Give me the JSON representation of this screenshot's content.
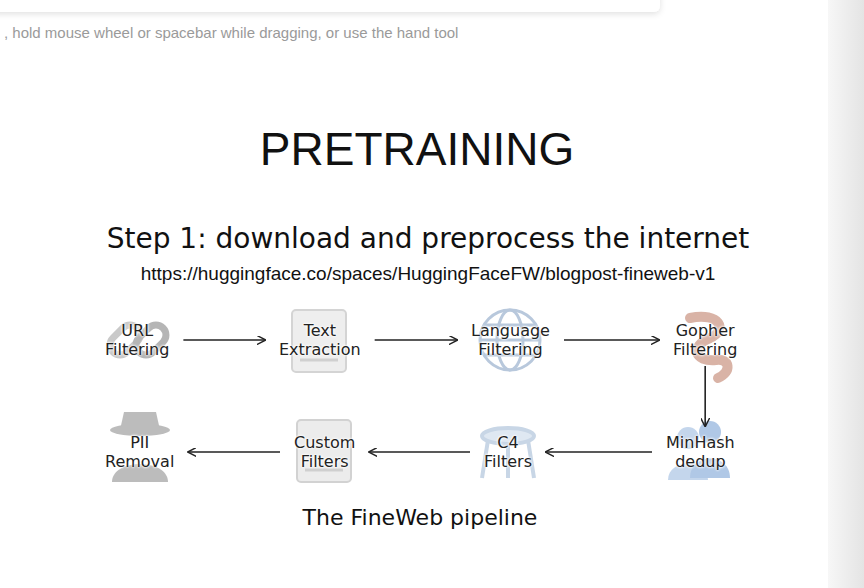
{
  "diagram": {
    "title": "PRETRAINING",
    "caption": "The FineWeb pipeline",
    "nodes": [
      {
        "text": [
          "URL Filtering"
        ]
      },
      {
        "text": [
          "Text Extraction"
        ]
      },
      {
        "text": [
          "Language Filtering"
        ]
      },
      {
        "text": [
          "Gopher Filtering"
        ]
      },
      {
        "text": [
          "MinHash dedup"
        ]
      },
      {
        "text": [
          "C4 Filters"
        ]
      },
      {
        "text": [
          "Custom Filters"
        ]
      },
      {
        "text": [
          "PII Removal"
        ]
      }
    ],
    "edges": [
      {
        "from": 0,
        "to": 1,
        "arrow": "to"
      },
      {
        "from": 1,
        "to": 2,
        "arrow": "to"
      },
      {
        "from": 2,
        "to": 3,
        "arrow": "to"
      },
      {
        "from": 3,
        "to": 4,
        "arrow": "to"
      },
      {
        "from": 4,
        "to": 5,
        "arrow": "to"
      },
      {
        "from": 5,
        "to": 6,
        "arrow": "to"
      },
      {
        "from": 6,
        "to": 7,
        "arrow": "to"
      }
    ],
    "labels": [
      ", hold mouse wheel or spacebar while dragging, or use the hand tool",
      "Step 1: download and preprocess the internet",
      "https://huggingface.co/spaces/HuggingFaceFW/blogpost-fineweb-v1"
    ]
  }
}
